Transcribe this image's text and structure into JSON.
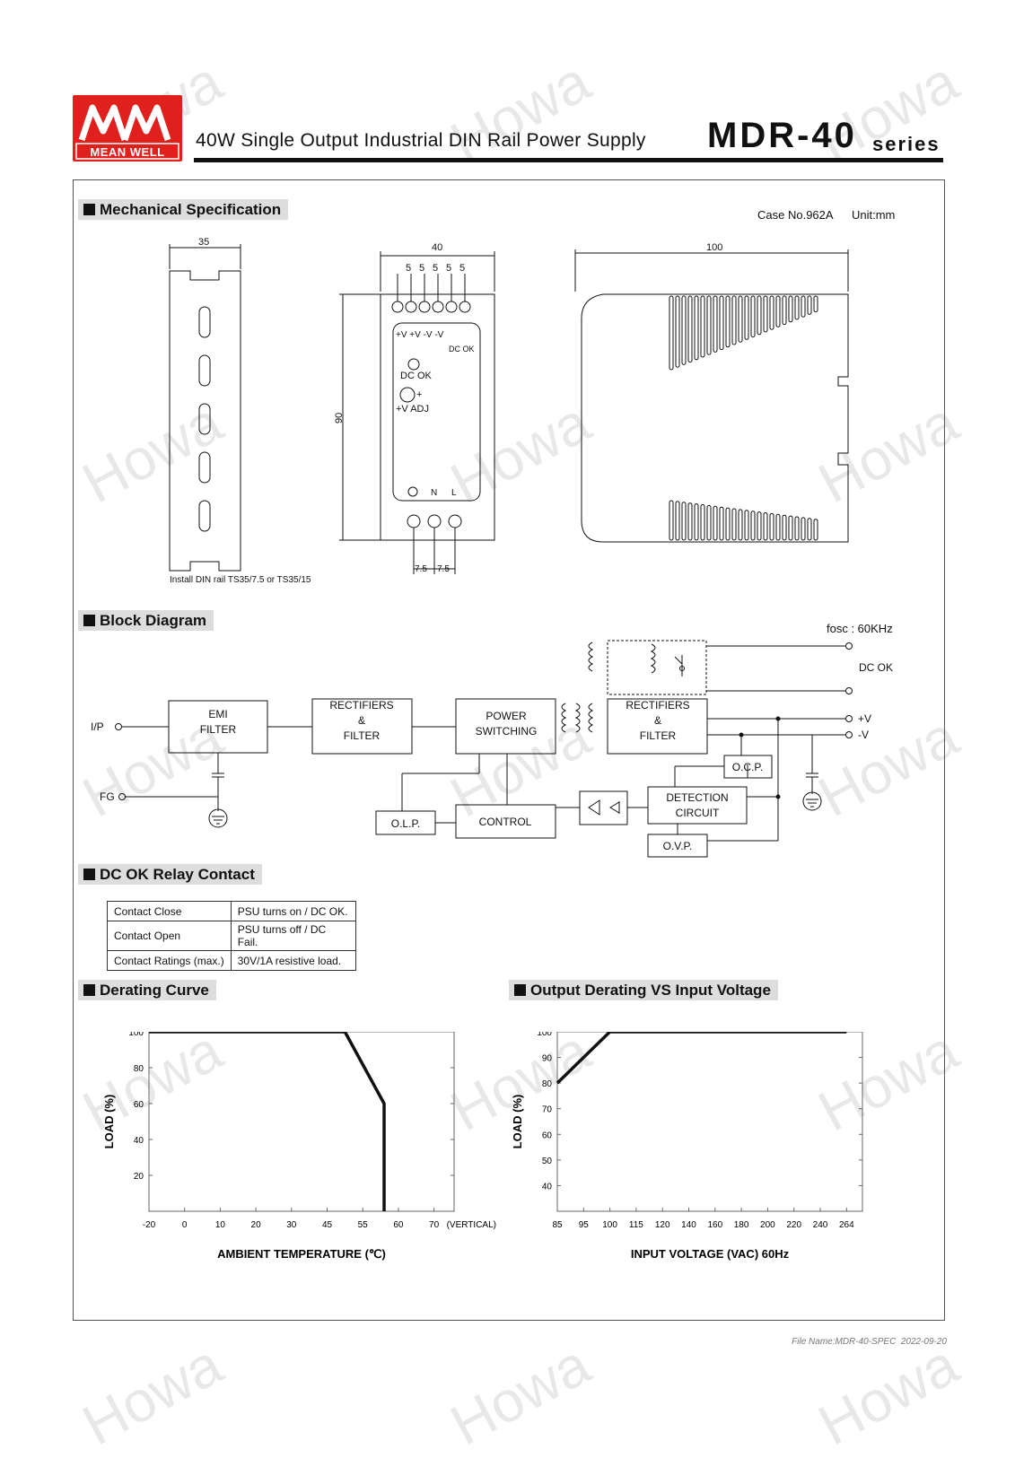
{
  "header": {
    "brand_logo_text": "MEAN WELL",
    "subtitle": "40W Single Output Industrial DIN Rail Power Supply",
    "model": "MDR-40",
    "series": "series"
  },
  "watermark": "Howa",
  "mechanical": {
    "title": "Mechanical Specification",
    "case_no": "Case No.962A",
    "unit": "Unit:mm",
    "dims": {
      "rail_width": "35",
      "front_width": "40",
      "height": "90",
      "side_depth": "100",
      "pitch": "5",
      "ac_pitch": "7.5"
    },
    "din_note": "Install DIN rail TS35/7.5 or TS35/15",
    "front_labels": {
      "terminals": "+V +V -V -V",
      "dc_ok": "DC OK",
      "dc_ok_led": "DC OK",
      "vadj": "+V ADJ",
      "ac_n": "N",
      "ac_l": "L",
      "plus": "+"
    }
  },
  "block_diagram": {
    "title": "Block Diagram",
    "fosc": "fosc : 60KHz",
    "io": {
      "ip": "I/P",
      "fg": "FG",
      "vpos": "+V",
      "vneg": "-V",
      "dcok": "DC OK"
    },
    "blocks": {
      "emi": [
        "EMI",
        "FILTER"
      ],
      "rect1": [
        "RECTIFIERS",
        "&",
        "FILTER"
      ],
      "power": [
        "POWER",
        "SWITCHING"
      ],
      "rect2": [
        "RECTIFIERS",
        "&",
        "FILTER"
      ],
      "ocp": [
        "O.C.P."
      ],
      "detect": [
        "DETECTION",
        "CIRCUIT"
      ],
      "ovp": [
        "O.V.P."
      ],
      "olp": [
        "O.L.P."
      ],
      "control": [
        "CONTROL"
      ]
    }
  },
  "relay": {
    "title": "DC OK Relay Contact",
    "rows": [
      {
        "label": "Contact Close",
        "value": "PSU turns on / DC OK."
      },
      {
        "label": "Contact Open",
        "value": "PSU turns off / DC Fail."
      },
      {
        "label": "Contact Ratings (max.)",
        "value": "30V/1A resistive load."
      }
    ]
  },
  "colors": {
    "logo_red": "#e0201c",
    "section_bg": "#dddddd",
    "line": "#111111"
  },
  "chart_data": [
    {
      "type": "line",
      "title": "Derating Curve",
      "xlabel": "AMBIENT TEMPERATURE (℃)",
      "ylabel": "LOAD (%)",
      "x_ticks": [
        "-20",
        "0",
        "10",
        "20",
        "30",
        "45",
        "55",
        "60",
        "70"
      ],
      "x_tick_suffix": "(VERTICAL)",
      "y_ticks": [
        "20",
        "40",
        "60",
        "80",
        "100"
      ],
      "series": [
        {
          "x": [
            -20,
            50,
            58,
            58
          ],
          "y": [
            100,
            100,
            60,
            0
          ]
        }
      ],
      "xlim": [
        -20,
        70
      ],
      "ylim": [
        0,
        100
      ],
      "grid": false
    },
    {
      "type": "line",
      "title": "Output Derating VS Input Voltage",
      "xlabel": "INPUT VOLTAGE (VAC) 60Hz",
      "ylabel": "LOAD (%)",
      "x_ticks": [
        "85",
        "95",
        "100",
        "115",
        "120",
        "140",
        "160",
        "180",
        "200",
        "220",
        "240",
        "264"
      ],
      "y_ticks": [
        "40",
        "50",
        "60",
        "70",
        "80",
        "90",
        "100"
      ],
      "series": [
        {
          "x": [
            85,
            100,
            264
          ],
          "y": [
            80,
            100,
            100
          ]
        }
      ],
      "ylim": [
        30,
        100
      ],
      "grid": false
    }
  ]
}
